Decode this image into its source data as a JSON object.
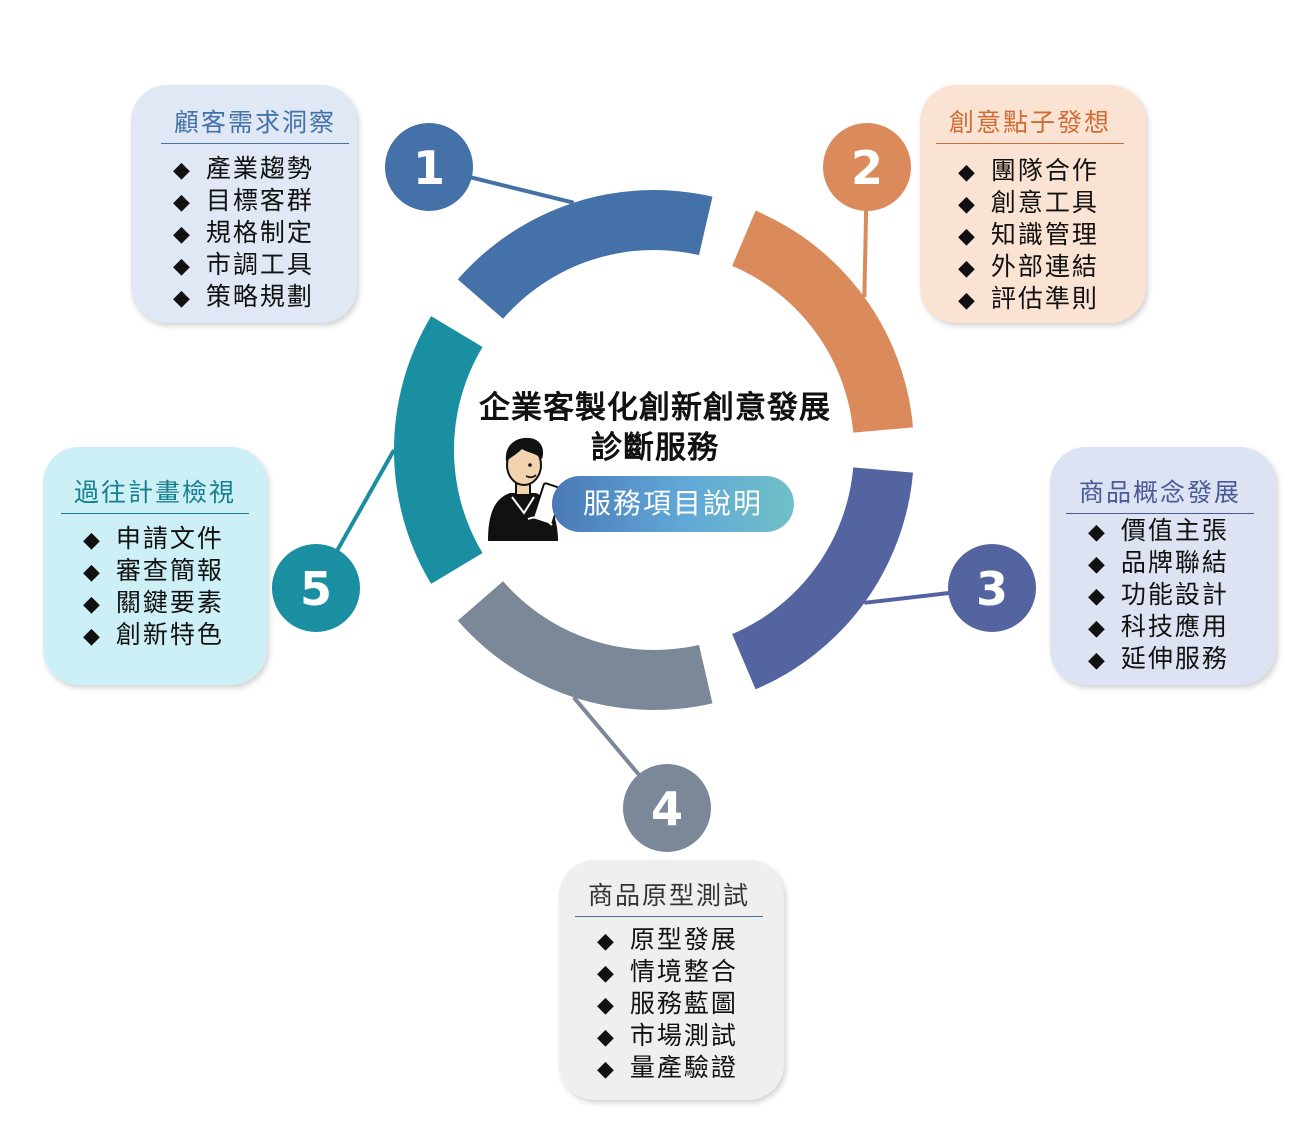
{
  "center": {
    "title_line1": "企業客製化創新創意發展",
    "title_line2": "診斷服務",
    "subtitle": "服務項目說明"
  },
  "steps": [
    {
      "number": "1",
      "title": "顧客需求洞察",
      "color": "#4472a8",
      "card_bg": "#dfe8f4",
      "items": [
        "產業趨勢",
        "目標客群",
        "規格制定",
        "市調工具",
        "策略規劃"
      ]
    },
    {
      "number": "2",
      "title": "創意點子發想",
      "color": "#db8a5c",
      "card_bg": "#fbe3d4",
      "items": [
        "團隊合作",
        "創意工具",
        "知識管理",
        "外部連結",
        "評估準則"
      ]
    },
    {
      "number": "3",
      "title": "商品概念發展",
      "color": "#5464a0",
      "card_bg": "#dde3f2",
      "items": [
        "價值主張",
        "品牌聯結",
        "功能設計",
        "科技應用",
        "延伸服務"
      ]
    },
    {
      "number": "4",
      "title": "商品原型測試",
      "color": "#7a8898",
      "card_bg": "#efefef",
      "items": [
        "原型發展",
        "情境整合",
        "服務藍圖",
        "市場測試",
        "量產驗證"
      ]
    },
    {
      "number": "5",
      "title": "過往計畫檢視",
      "color": "#1a8fa2",
      "card_bg": "#cdeff6",
      "items": [
        "申請文件",
        "審查簡報",
        "關鍵要素",
        "創新特色"
      ]
    }
  ]
}
